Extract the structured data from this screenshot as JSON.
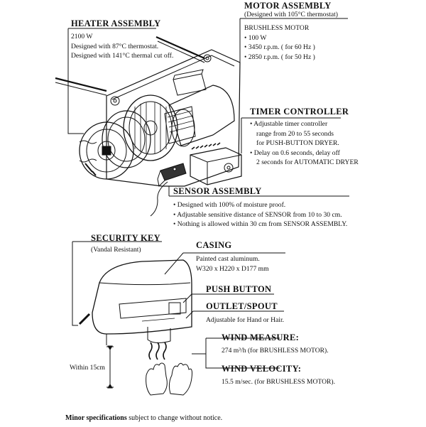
{
  "heater": {
    "title": "HEATER ASSEMBLY",
    "lines": [
      "2100 W",
      "Designed with 87°C thermostat.",
      "Designed with 141°C thermal cut off."
    ]
  },
  "motor": {
    "title": "MOTOR ASSEMBLY",
    "subtitle": "(Designed with 105°C thermostat)",
    "subhead": "BRUSHLESS MOTOR",
    "bullets": [
      "100 W",
      "3450 r.p.m. ( for 60 Hz )",
      "2850 r.p.m. ( for 50 Hz )"
    ]
  },
  "timer": {
    "title": "TIMER CONTROLLER",
    "bullet1": [
      "Adjustable timer controller",
      "range from 20 to 55 seconds",
      "for PUSH-BUTTON DRYER."
    ],
    "bullet2": [
      "Delay on 0.6 seconds, delay off",
      "2 seconds for AUTOMATIC DRYER"
    ]
  },
  "sensor": {
    "title": "SENSOR ASSEMBLY",
    "bullets": [
      "Designed with 100% of moisture proof.",
      "Adjustable sensitive distance of SENSOR from 10 to 30 cm.",
      "Nothing is allowed within 30 cm from SENSOR ASSEMBLY."
    ]
  },
  "security": {
    "title": "SECURITY KEY",
    "subtitle": "(Vandal Resistant)"
  },
  "casing": {
    "title": "CASING",
    "lines": [
      "Painted cast aluminum.",
      "W320 x H220 x D177 mm"
    ]
  },
  "push": {
    "title": "PUSH BUTTON"
  },
  "outlet": {
    "title": "OUTLET/SPOUT",
    "desc": "Adjustable for Hand or Hair."
  },
  "wind_measure": {
    "title": "WIND MEASURE:",
    "value": "274 m³/h (for BRUSHLESS MOTOR)."
  },
  "wind_velocity": {
    "title": "WIND VELOCITY:",
    "value": "15.5 m/sec. (for BRUSHLESS MOTOR)."
  },
  "within": "Within 15cm",
  "footer": {
    "bold": "Minor specifications",
    "rest": " subject to change without notice."
  }
}
